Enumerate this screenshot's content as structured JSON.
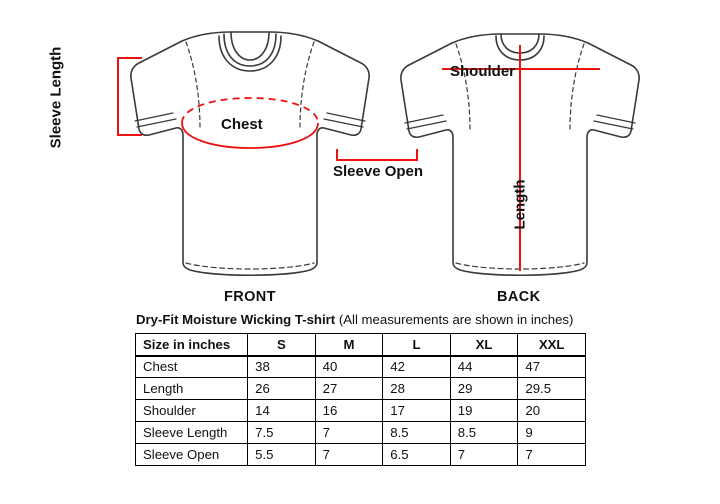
{
  "diagram": {
    "front_label": "FRONT",
    "back_label": "BACK",
    "annotations": {
      "sleeve_length": "Sleeve Length",
      "chest": "Chest",
      "sleeve_open": "Sleeve Open",
      "shoulder": "Shoulder",
      "length": "Length"
    },
    "colors": {
      "measure_line": "#ee1111",
      "outline": "#3a3a3a"
    }
  },
  "caption": {
    "title": "Dry-Fit Moisture Wicking T-shirt",
    "note": "(All measurements are shown in inches)"
  },
  "chart_data": {
    "type": "table",
    "title": "Dry-Fit Moisture Wicking T-shirt  (All measurements are shown in inches)",
    "columns": [
      "Size in inches",
      "S",
      "M",
      "L",
      "XL",
      "XXL"
    ],
    "rows": [
      {
        "label": "Chest",
        "values": [
          "38",
          "40",
          "42",
          "44",
          "47"
        ]
      },
      {
        "label": "Length",
        "values": [
          "26",
          "27",
          "28",
          "29",
          "29.5"
        ]
      },
      {
        "label": "Shoulder",
        "values": [
          "14",
          "16",
          "17",
          "19",
          "20"
        ]
      },
      {
        "label": "Sleeve Length",
        "values": [
          "7.5",
          "7",
          "8.5",
          "8.5",
          "9"
        ]
      },
      {
        "label": "Sleeve Open",
        "values": [
          "5.5",
          "7",
          "6.5",
          "7",
          "7"
        ]
      }
    ],
    "units": "inches"
  }
}
